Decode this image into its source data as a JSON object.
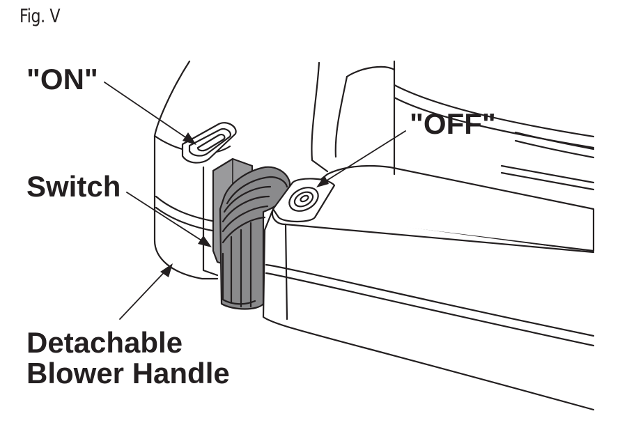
{
  "figure": {
    "label": "Fig. V"
  },
  "labels": {
    "on": "\"ON\"",
    "off": "\"OFF\"",
    "switch": "Switch",
    "handle_line1": "Detachable",
    "handle_line2": "Blower Handle"
  },
  "colors": {
    "ink": "#231f20",
    "handle_fill": "#8a8a8c",
    "handle_dark": "#6e6e70",
    "body_fill": "#ffffff"
  }
}
